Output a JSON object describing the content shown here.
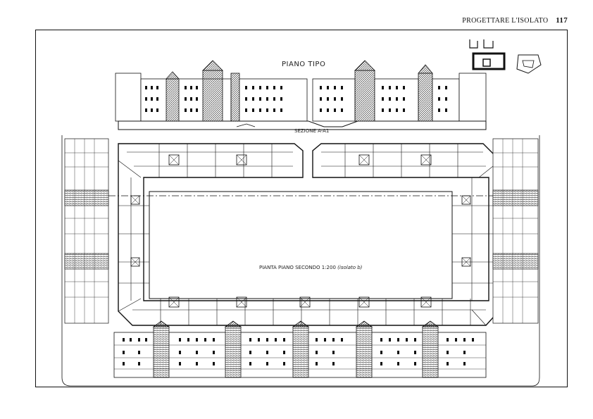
{
  "running_head": {
    "title": "PROGETTARE L'ISOLATO",
    "page_number": "117"
  },
  "drawing": {
    "typical_floor_label": "PIANO TIPO",
    "section_label": "SEZIONE A-A1",
    "plan_caption": "PIANTA PIANO SECONDO  1:200",
    "plan_caption_note": "(isolato b)"
  },
  "colors": {
    "ink": "#111111",
    "paper": "#ffffff",
    "hatch": "#444444"
  }
}
